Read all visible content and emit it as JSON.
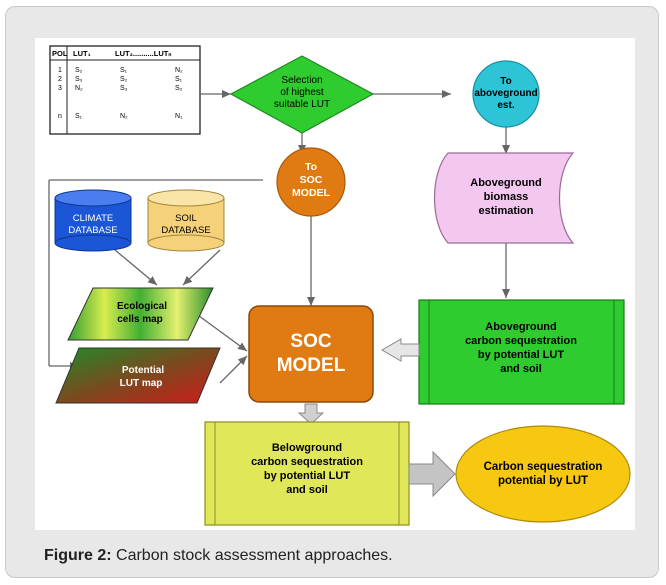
{
  "table": {
    "headers": [
      "POL",
      "LUT₁",
      "LUT₂..........LUTₙ"
    ],
    "rows": [
      [
        "1",
        "S₂",
        "S₁",
        "N₂"
      ],
      [
        "2",
        "S₃",
        "S₂",
        "S₁"
      ],
      [
        "3",
        "N₂",
        "S₃",
        "S₂"
      ],
      [
        "n",
        "S₁",
        "N₂",
        "N₁"
      ]
    ]
  },
  "nodes": {
    "selection": [
      "Selection",
      "of highest",
      "suitable LUT"
    ],
    "to_aboveground": [
      "To",
      "aboveground",
      "est."
    ],
    "to_soc": [
      "To",
      "SOC",
      "MODEL"
    ],
    "aboveground_biomass": [
      "Aboveground",
      "biomass",
      "estimation"
    ],
    "climate_db": [
      "CLIMATE",
      "DATABASE"
    ],
    "soil_db": [
      "SOIL",
      "DATABASE"
    ],
    "ecological_map": [
      "Ecological",
      "cells map"
    ],
    "potential_lut_map": [
      "Potential",
      "LUT map"
    ],
    "soc_model": [
      "SOC",
      "MODEL"
    ],
    "aboveground_seq": [
      "Aboveground",
      "carbon sequestration",
      "by potential LUT",
      "and soil"
    ],
    "belowground_seq": [
      "Belowground",
      "carbon sequestration",
      "by potential LUT",
      "and soil"
    ],
    "carbon_potential": [
      "Carbon sequestration",
      "potential by LUT"
    ]
  },
  "caption": {
    "label": "Figure 2:",
    "text": "Carbon stock assessment approaches."
  },
  "colors": {
    "green": "#2ecc2e",
    "orange": "#e07b13",
    "pink": "#f4c7f0",
    "blue": "#1a56d6",
    "yellow_db": "#f5d17a",
    "lime_box": "#e0e85a",
    "gold": "#f7c811",
    "arrow_gray": "#c4c4c4"
  }
}
